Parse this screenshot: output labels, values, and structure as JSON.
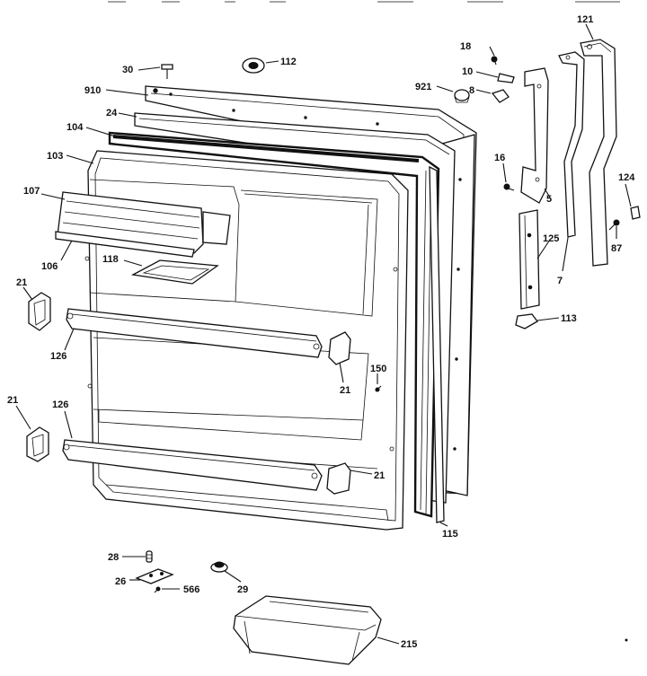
{
  "callouts": {
    "c18": "18",
    "c121": "121",
    "c30": "30",
    "c112": "112",
    "c10": "10",
    "c910": "910",
    "c921": "921",
    "c8": "8",
    "c24": "24",
    "c104": "104",
    "c103": "103",
    "c16": "16",
    "c124": "124",
    "c107": "107",
    "c5": "5",
    "c125": "125",
    "c87": "87",
    "c118": "118",
    "c106": "106",
    "c7": "7",
    "c21a": "21",
    "c113": "113",
    "c126a": "126",
    "c150": "150",
    "c21b": "21",
    "c21c": "21",
    "c126b": "126",
    "c21d": "21",
    "c115": "115",
    "c28": "28",
    "c26": "26",
    "c566": "566",
    "c29": "29",
    "c215": "215"
  }
}
